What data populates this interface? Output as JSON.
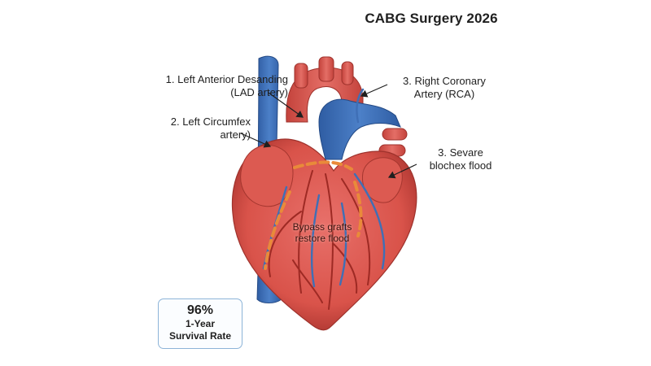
{
  "title": "CABG Surgery 2026",
  "labels": {
    "lad": [
      "1. Left Anterior Desanding",
      "(LAD artery)"
    ],
    "lcx": [
      "2. Left Circumfex",
      "artery)"
    ],
    "rca": [
      "3. Right Coronary",
      "Artery (RCA)"
    ],
    "severe": [
      "3. Sevare",
      "blochex flood"
    ],
    "bypass": [
      "Bypass grafts",
      "restore flood"
    ]
  },
  "stat": {
    "value": "96%",
    "label": [
      "1-Year",
      "Survival Rate"
    ]
  },
  "colors": {
    "heart": "#d9534a",
    "heart_shadow": "#b83a33",
    "vein": "#3f6fb6",
    "aorta": "#d8554e",
    "graft": "#e98a3a",
    "stat_border": "#8db4d8"
  }
}
